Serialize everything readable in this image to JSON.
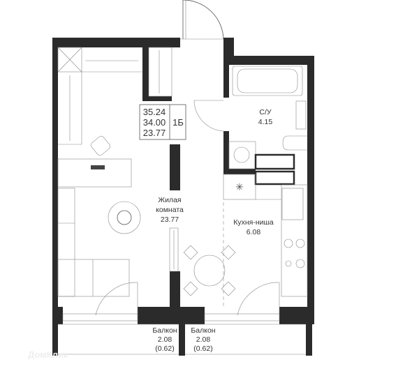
{
  "plan": {
    "info_box": {
      "total_area": "35.24",
      "living_area_total": "34.00",
      "room_area": "23.77",
      "type": "1Б"
    },
    "rooms": [
      {
        "name": "Жилая",
        "name2": "комната",
        "area": "23.77"
      },
      {
        "name": "Кухня-ниша",
        "area": "6.08"
      },
      {
        "name": "С/У",
        "area": "4.15"
      }
    ],
    "balconies": [
      {
        "name": "Балкон",
        "area": "2.08",
        "reduced_area": "(0.62)"
      },
      {
        "name": "Балкон",
        "area": "2.08",
        "reduced_area": "(0.62)"
      }
    ],
    "watermark": "ДомКлик"
  }
}
